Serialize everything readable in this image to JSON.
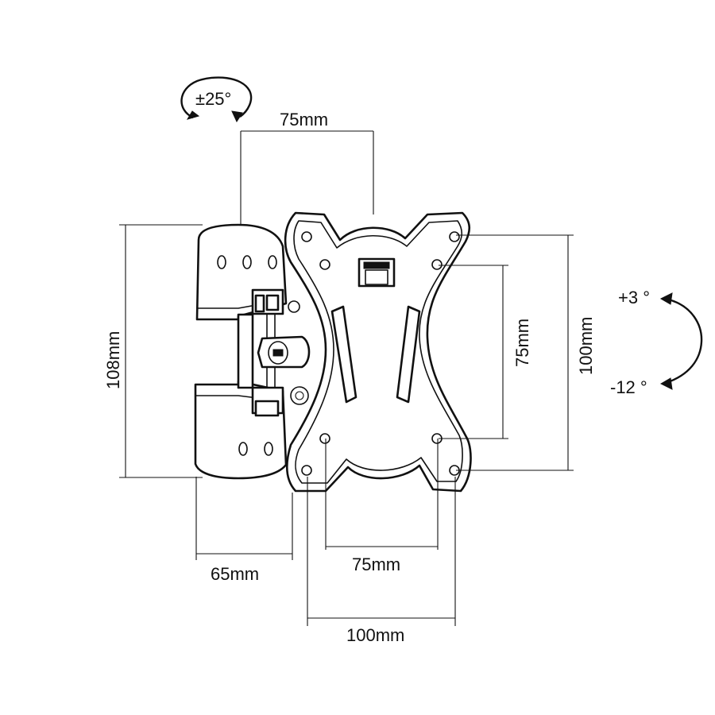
{
  "swivel": {
    "label": "±25°"
  },
  "tilt": {
    "up_label": "+3 °",
    "down_label": "-12 °"
  },
  "dimensions": {
    "top_offset": "75mm",
    "wall_plate_height": "108mm",
    "wall_plate_depth": "65mm",
    "vesa_small_height": "75mm",
    "vesa_large_height": "100mm",
    "vesa_small_width": "75mm",
    "vesa_large_width": "100mm"
  }
}
